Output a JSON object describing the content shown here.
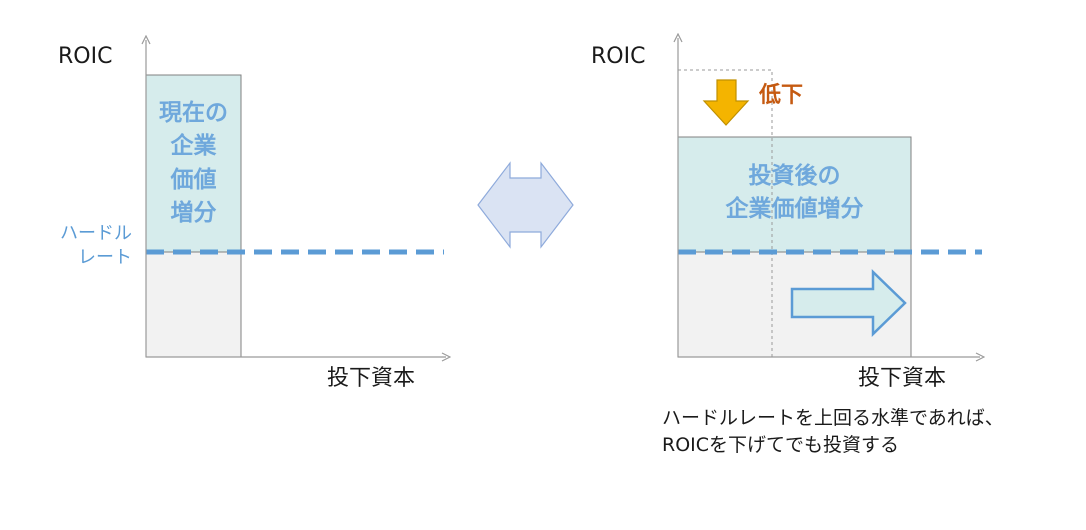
{
  "left_panel": {
    "y_axis_label": "ROIC",
    "x_axis_label": "投下資本",
    "value_box_label": "現在の\n企業\n価値\n増分",
    "hurdle_label": "ハードル\nレート"
  },
  "right_panel": {
    "y_axis_label": "ROIC",
    "x_axis_label": "投下資本",
    "value_box_label": "投資後の\n企業価値増分",
    "decline_label": "低下"
  },
  "note": "ハードルレートを上回る水準であれば、\nROICを下げてでも投資する",
  "colors": {
    "value_box_fill": "#d6ecec",
    "capital_box_fill": "#f2f2f2",
    "box_stroke": "#808080",
    "hurdle_line": "#5b9bd5",
    "compare_arrow_fill": "#dae3f3",
    "compare_arrow_stroke": "#8eaadb",
    "capital_arrow_fill": "#d6ecec",
    "capital_arrow_stroke": "#5b9bd5",
    "decline_arrow_fill": "#f4b400",
    "decline_arrow_stroke": "#c09000",
    "decline_text": "#c55a11"
  },
  "icons": {
    "compare": "double-arrow-left-right-icon",
    "capital_increase": "arrow-right-icon",
    "roic_decline": "arrow-down-icon"
  }
}
